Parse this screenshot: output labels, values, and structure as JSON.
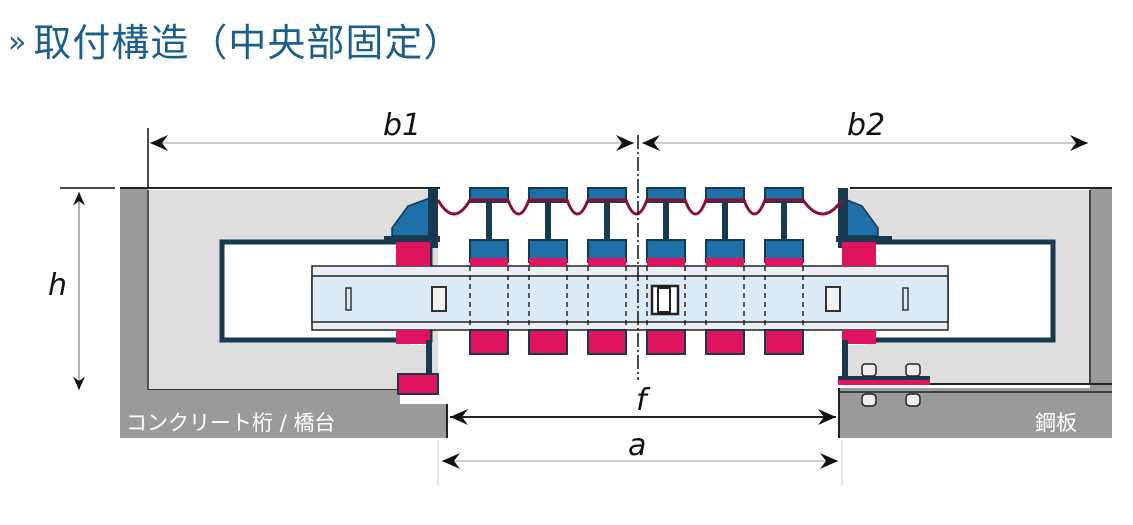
{
  "title": {
    "prefix": "»",
    "text": "取付構造（中央部固定）"
  },
  "diagram": {
    "dimensions": {
      "b1": "b1",
      "b2": "b2",
      "h": "h",
      "f": "f",
      "a": "a"
    },
    "labels": {
      "left_support": "コンクリート桁 / 橋台",
      "right_support": "鋼板"
    },
    "finger_unit_count": 6,
    "colors": {
      "title": "#1b5f8c",
      "steel_blue": "#1f6fa8",
      "dark_navy": "#173a4f",
      "rubber_pink": "#e0135f",
      "rail_fill": "#dde9f3",
      "concrete_light": "#dcdcdc",
      "concrete_dark": "#999999",
      "seal_wave": "#8a1030"
    }
  }
}
